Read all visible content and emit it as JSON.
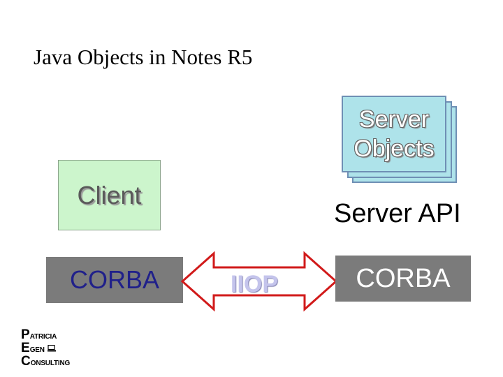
{
  "title": "Java Objects in Notes R5",
  "server_objects": {
    "label_line1": "Server",
    "label_line2": "Objects"
  },
  "client": {
    "label": "Client"
  },
  "server_api": {
    "label": "Server API"
  },
  "corba_left": {
    "label": "CORBA"
  },
  "corba_right": {
    "label": "CORBA"
  },
  "protocol": {
    "label": "IIOP"
  },
  "logo": {
    "line1_initial": "P",
    "line1_rest": "ATRICIA",
    "line2_initial": "E",
    "line2_rest": "GEN",
    "line3_initial": "C",
    "line3_rest": "ONSULTING"
  },
  "colors": {
    "server_objects_fill": "#aee3ea",
    "client_fill": "#ccf5cc",
    "corba_fill": "#7b7b7b",
    "arrow_stroke": "#d11a1a"
  }
}
